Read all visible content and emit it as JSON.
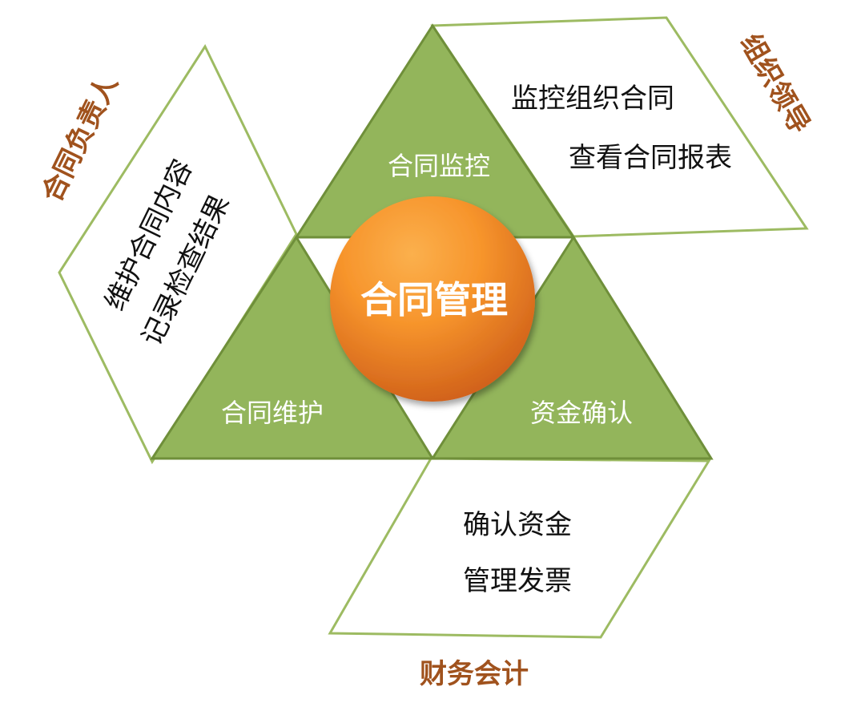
{
  "center": {
    "label": "合同管理"
  },
  "triangles": {
    "top": {
      "label": "合同监控"
    },
    "left": {
      "label": "合同维护"
    },
    "right": {
      "label": "资金确认"
    }
  },
  "panels": {
    "top_right": {
      "role": "组织领导",
      "duties": [
        "监控组织合同",
        "查看合同报表"
      ]
    },
    "left": {
      "role": "合同负责人",
      "duties": [
        "维护合同内容",
        "记录检查结果"
      ]
    },
    "bottom": {
      "role": "财务会计",
      "duties": [
        "确认资金",
        "管理发票"
      ]
    }
  },
  "colors": {
    "triangle_fill": "#93b55b",
    "triangle_stroke": "#6f8f3a",
    "panel_stroke": "#9dbb62",
    "circle_light": "#f7952c",
    "circle_dark": "#d9661c",
    "role_text": "#a0521d"
  }
}
